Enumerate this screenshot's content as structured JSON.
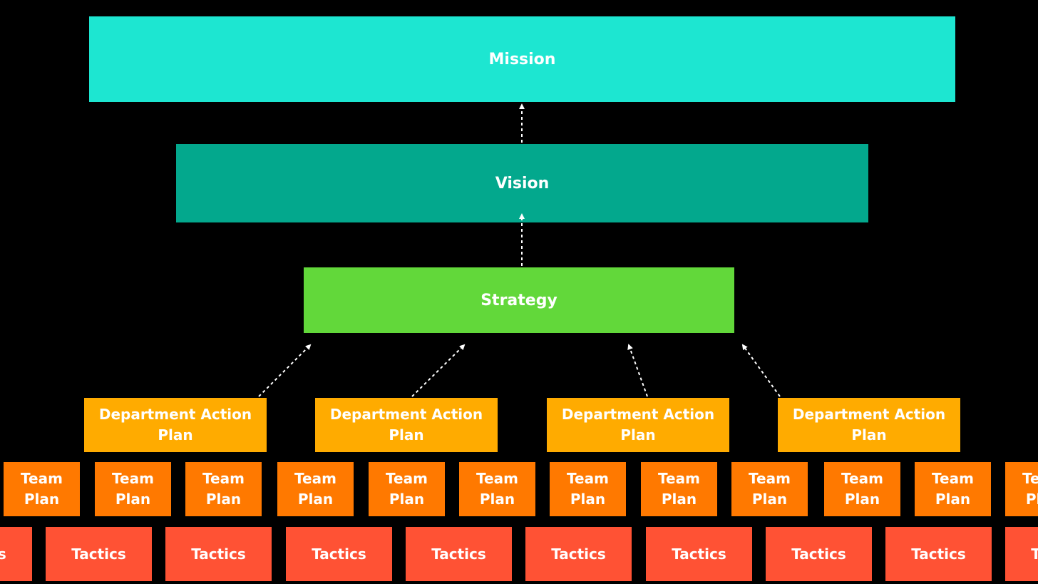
{
  "colors": {
    "background": "#000000",
    "mission": "#1de6d1",
    "vision": "#03a88d",
    "strategy": "#62d83a",
    "department": "#ffab00",
    "team": "#ff7900",
    "tactics": "#ff5234",
    "arrow": "#ffffff"
  },
  "mission": {
    "label": "Mission"
  },
  "vision": {
    "label": "Vision"
  },
  "strategy": {
    "label": "Strategy"
  },
  "departments": [
    {
      "label": "Department Action\nPlan"
    },
    {
      "label": "Department Action\nPlan"
    },
    {
      "label": "Department Action\nPlan"
    },
    {
      "label": "Department Action\nPlan"
    }
  ],
  "teams": [
    {
      "label": "Team\nPlan"
    },
    {
      "label": "Team\nPlan"
    },
    {
      "label": "Team\nPlan"
    },
    {
      "label": "Team\nPlan"
    },
    {
      "label": "Team\nPlan"
    },
    {
      "label": "Team\nPlan"
    },
    {
      "label": "Team\nPlan"
    },
    {
      "label": "Team\nPlan"
    },
    {
      "label": "Team\nPlan"
    },
    {
      "label": "Team\nPlan"
    },
    {
      "label": "Team\nPlan"
    },
    {
      "label": "Team\nPlan"
    }
  ],
  "tactics": [
    {
      "label": "Tactics"
    },
    {
      "label": "Tactics"
    },
    {
      "label": "Tactics"
    },
    {
      "label": "Tactics"
    },
    {
      "label": "Tactics"
    },
    {
      "label": "Tactics"
    },
    {
      "label": "Tactics"
    },
    {
      "label": "Tactics"
    },
    {
      "label": "Tactics"
    },
    {
      "label": "Tactics"
    }
  ]
}
